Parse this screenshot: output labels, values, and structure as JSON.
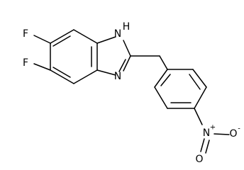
{
  "molecule": {
    "atoms": {
      "fluorine_top": "F",
      "fluorine_bottom": "F",
      "imidazole_nh": "H",
      "imidazole_nh_n": "N",
      "imidazole_n": "N",
      "nitro_n": "N",
      "nitro_plus": "+",
      "nitro_o_right": "O",
      "nitro_o_minus": "-",
      "nitro_o_bottom": "O"
    }
  }
}
